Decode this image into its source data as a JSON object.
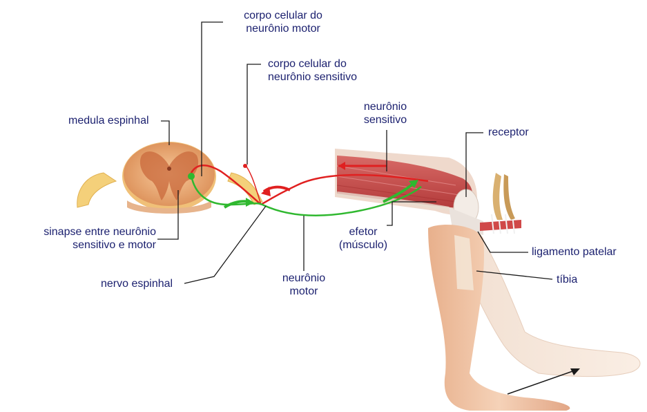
{
  "labels": {
    "motor_cell_body": [
      "corpo celular do",
      "neurônio motor"
    ],
    "sensory_cell_body": [
      "corpo celular do",
      "neurônio sensitivo"
    ],
    "spinal_cord": "medula espinhal",
    "sensory_neuron": [
      "neurônio",
      "sensitivo"
    ],
    "receptor": "receptor",
    "synapse": [
      "sinapse entre neurônio",
      "sensitivo e motor"
    ],
    "effector": [
      "efetor",
      "(músculo)"
    ],
    "patellar_ligament": "ligamento patelar",
    "spinal_nerve": "nervo espinhal",
    "motor_neuron": [
      "neurônio",
      "motor"
    ],
    "tibia": "tíbia"
  },
  "colors": {
    "label_text": "#1a1f6e",
    "leader_line": "#1a1a1a",
    "sensory_pathway": "#e02020",
    "motor_pathway": "#2fb82f",
    "spinal_cord_tissue": "#e6a06a",
    "muscle": "#c84a48",
    "skin": "#f0c8a8"
  }
}
